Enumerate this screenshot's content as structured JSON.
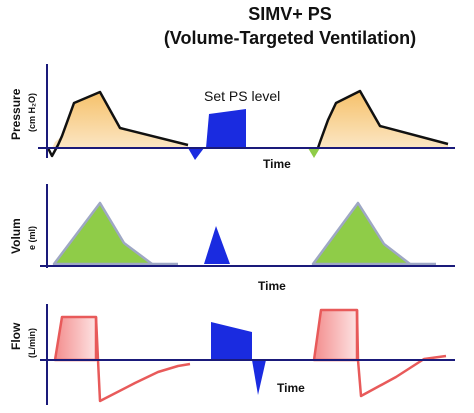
{
  "title": {
    "line1": "SIMV+ PS",
    "line2": "(Volume-Targeted Ventilation)"
  },
  "panels": [
    {
      "id": "pressure",
      "ylabel_main": "Pressure",
      "ylabel_unit": "(cm H₂O)",
      "xlabel": "Time"
    },
    {
      "id": "volume",
      "ylabel_main": "Volum",
      "ylabel_unit": "e (ml)",
      "xlabel": "Time"
    },
    {
      "id": "flow",
      "ylabel_main": "Flow",
      "ylabel_unit": "(L/min)",
      "xlabel": "Time"
    }
  ],
  "annotation": "Set PS level",
  "colors": {
    "axis": "#1a1a7a",
    "pressure_fill": "#f9d7a0",
    "volume_fill": "#8fcc48",
    "flow_fill": "#f7b1b1",
    "flow_stroke": "#e85a5a",
    "spontaneous_fill": "#1a2be0",
    "trigger_fill": "#8fcc48"
  }
}
